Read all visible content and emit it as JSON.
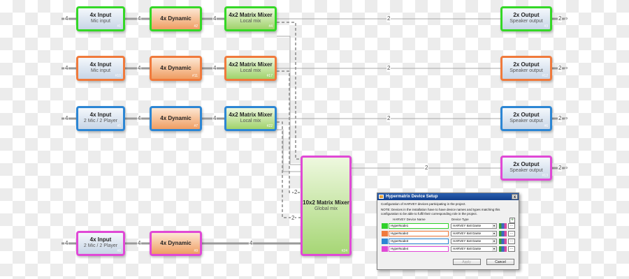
{
  "wire_labels": {
    "in_4": "4",
    "mid_4": "4",
    "out_2": "2",
    "global_2": "2",
    "row5_4": "4"
  },
  "blocks": {
    "input1": {
      "title": "4x Input",
      "sub": "Mic input",
      "num": "#1"
    },
    "dyn1": {
      "title": "4x Dynamic",
      "num": "#2"
    },
    "mix1": {
      "title": "4x2 Matrix Mixer",
      "sub": "Local mix",
      "num": "#4"
    },
    "out1": {
      "title": "2x Output",
      "sub": "Speaker output",
      "num": "#3"
    },
    "input2": {
      "title": "4x Input",
      "sub": "Mic input",
      "num": "#10"
    },
    "dyn2": {
      "title": "4x Dynamic",
      "num": "#11"
    },
    "mix2": {
      "title": "4x2 Matrix Mixer",
      "sub": "Local mix",
      "num": "#17"
    },
    "out2": {
      "title": "2x Output",
      "sub": "Speaker output",
      "num": "#12"
    },
    "input3": {
      "title": "4x Input",
      "sub": "2 Mic / 2 Player",
      "num": "#5"
    },
    "dyn3": {
      "title": "4x Dynamic",
      "num": "#7"
    },
    "mix3": {
      "title": "4x2 Matrix Mixer",
      "sub": "Local mix",
      "num": "#22"
    },
    "out3": {
      "title": "2x Output",
      "sub": "Speaker output",
      "num": "#6"
    },
    "out4": {
      "title": "2x Output",
      "sub": "Speaker output",
      "num": "#13"
    },
    "global": {
      "title": "10x2 Matrix Mixer",
      "sub": "Global mix",
      "num": "#24"
    },
    "input5": {
      "title": "4x Input",
      "sub": "2 Mic / 2 Player",
      "num": "#8"
    },
    "dyn5": {
      "title": "4x Dynamic",
      "num": "#9"
    }
  },
  "dialog": {
    "title": "Hypermatrix Device Setup",
    "close": "x",
    "description": "Configuration of HARVEY devices participating in the project.",
    "note": "NOTE: Devices in the installation have to have device names and types matching this configuration to be able to fulfil their corresponding role in the project.",
    "col_name": "HARVEY Device Name",
    "col_type": "Device Type",
    "add": "+",
    "rows": [
      {
        "name": "HyperNode1",
        "type": "HARVEY 8x8 Dante",
        "color": "#2fd12a"
      },
      {
        "name": "HyperNode2",
        "type": "HARVEY 8x8 Dante",
        "color": "#f07a3c"
      },
      {
        "name": "HyperNode3",
        "type": "HARVEY 8x8 Dante",
        "color": "#2c86d4"
      },
      {
        "name": "HyperNode4",
        "type": "HARVEY 8x8 Dante",
        "color": "#e049d6"
      }
    ],
    "more": "...",
    "dropdown": "▾",
    "apply": "Apply",
    "cancel": "Cancel"
  }
}
